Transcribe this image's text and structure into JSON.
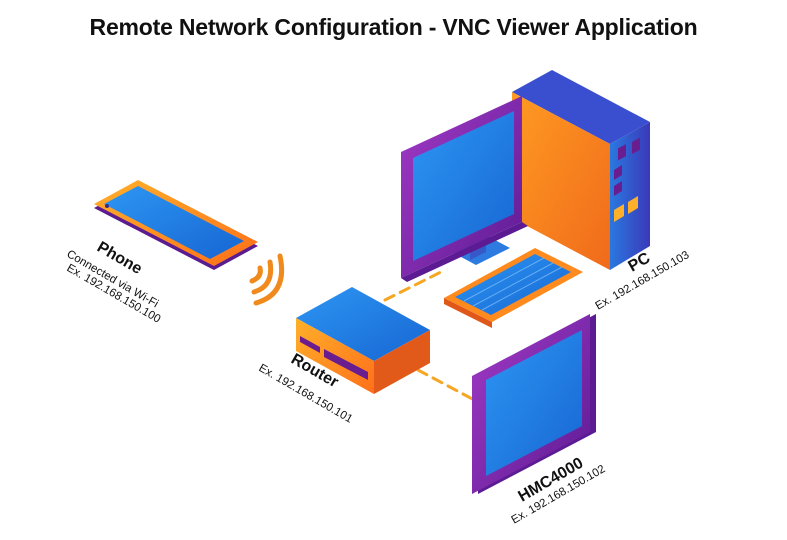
{
  "title": "Remote Network Configuration - VNC Viewer Application",
  "devices": {
    "phone": {
      "name": "Phone",
      "connection": "Connected via Wi-Fi",
      "ip": "Ex. 192.168.150.100"
    },
    "router": {
      "name": "Router",
      "ip": "Ex. 192.168.150.101"
    },
    "pc": {
      "name": "PC",
      "ip": "Ex. 192.168.150.103"
    },
    "hmc": {
      "name": "HMC4000",
      "ip": "Ex. 192.168.150.102"
    }
  },
  "colors": {
    "frame_purple": "#8b2bb0",
    "frame_purple_dark": "#5a1a8a",
    "frame_orange": "#ff8a1e",
    "frame_orange_dark": "#e0571a",
    "screen_blue": "#1e7ae0",
    "screen_blue_light": "#2f95f2",
    "link_dash": "#f5a623",
    "wifi": "#f08a1c"
  }
}
